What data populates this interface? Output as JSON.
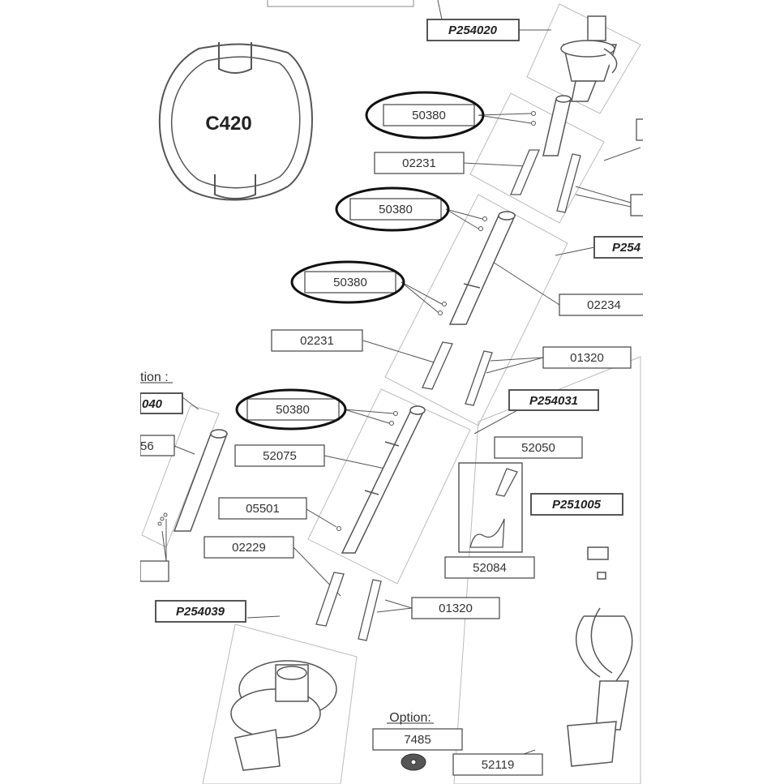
{
  "profile_label": "C420",
  "option_label": "Option:",
  "option_partial": "tion :",
  "left_partial_1": "040",
  "left_partial_2": "56",
  "right_partial": "P254",
  "parts": {
    "p254020": "P254020",
    "r50380_a": "50380",
    "r02231_a": "02231",
    "r50380_b": "50380",
    "r50380_c": "50380",
    "r02234": "02234",
    "r02231_b": "02231",
    "r01320_a": "01320",
    "r50380_d": "50380",
    "p254031": "P254031",
    "r52075": "52075",
    "r52050": "52050",
    "r05501": "05501",
    "p251005": "P251005",
    "r02229": "02229",
    "r52084": "52084",
    "p254039": "P254039",
    "r01320_b": "01320",
    "r7485": "7485",
    "r52119": "52119"
  },
  "colors": {
    "line": "#555555",
    "box_line": "#444444",
    "ellipse": "#111111"
  }
}
